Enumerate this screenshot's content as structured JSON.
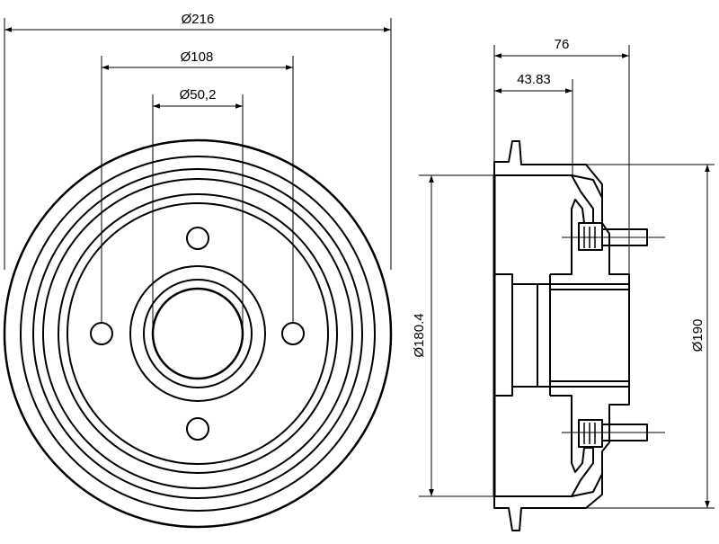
{
  "colors": {
    "line": "#000000",
    "background": "#ffffff"
  },
  "dimensions": {
    "outer_diameter": "Ø216",
    "bolt_circle_diameter": "Ø108",
    "center_bore_diameter": "Ø50,2",
    "overall_height": "76",
    "hub_height": "43.83",
    "drum_inner_diameter": "Ø180.4",
    "flange_diameter": "Ø190"
  }
}
